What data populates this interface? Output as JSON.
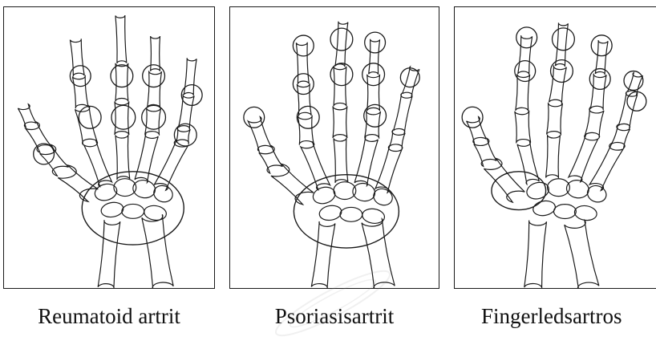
{
  "figure": {
    "panels": [
      {
        "caption": "Reumatoid artrit",
        "highlighted_regions": [
          "MCP joints",
          "PIP joints",
          "Wrist (carpus)",
          "Thumb MCP"
        ]
      },
      {
        "caption": "Psoriasisartrit",
        "highlighted_regions": [
          "DIP joints",
          "PIP joints",
          "Wrist (carpus)",
          "Thumb IP"
        ]
      },
      {
        "caption": "Fingerledsartros",
        "highlighted_regions": [
          "DIP joints",
          "PIP joints",
          "Thumb CMC",
          "Thumb IP"
        ]
      }
    ]
  },
  "colors": {
    "line": "#1a1a1a",
    "background": "#ffffff"
  }
}
